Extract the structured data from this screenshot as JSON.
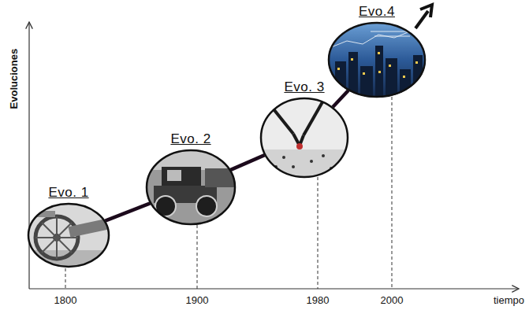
{
  "diagram": {
    "nodes": [
      {
        "text": [
          "Evo. 1"
        ]
      },
      {
        "text": [
          "Evo. 2"
        ]
      },
      {
        "text": [
          "Evo. 3"
        ]
      },
      {
        "text": [
          "Evo.4"
        ]
      }
    ],
    "edges": [
      {
        "from": 0,
        "to": 1,
        "arrow": "none"
      },
      {
        "from": 1,
        "to": 2,
        "arrow": "none"
      },
      {
        "from": 2,
        "to": 3,
        "arrow": "none"
      }
    ],
    "labels": [
      "Evoluciones",
      "1800",
      "1900",
      "1980",
      "2000",
      "tiempo"
    ]
  }
}
